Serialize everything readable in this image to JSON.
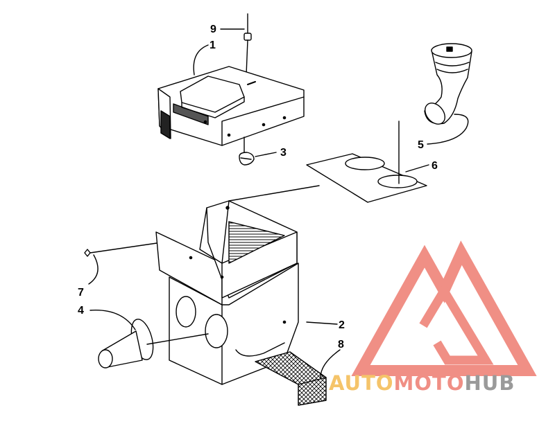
{
  "diagram": {
    "callouts": [
      {
        "id": "part-1",
        "label": "1"
      },
      {
        "id": "part-2",
        "label": "2"
      },
      {
        "id": "part-3",
        "label": "3"
      },
      {
        "id": "part-4",
        "label": "4"
      },
      {
        "id": "part-5",
        "label": "5"
      },
      {
        "id": "part-6",
        "label": "6"
      },
      {
        "id": "part-7",
        "label": "7"
      },
      {
        "id": "part-8",
        "label": "8"
      },
      {
        "id": "part-9",
        "label": "9"
      }
    ]
  },
  "watermark": {
    "text_part1": "AUTO",
    "text_part2": "MOTO",
    "text_part3": "HUB",
    "colors": {
      "triangle": "#f08f85",
      "auto": "#f5c46a",
      "moto": "#f08f85",
      "hub": "#9a9a9a"
    }
  },
  "colors": {
    "line": "#000000",
    "background": "#ffffff"
  }
}
